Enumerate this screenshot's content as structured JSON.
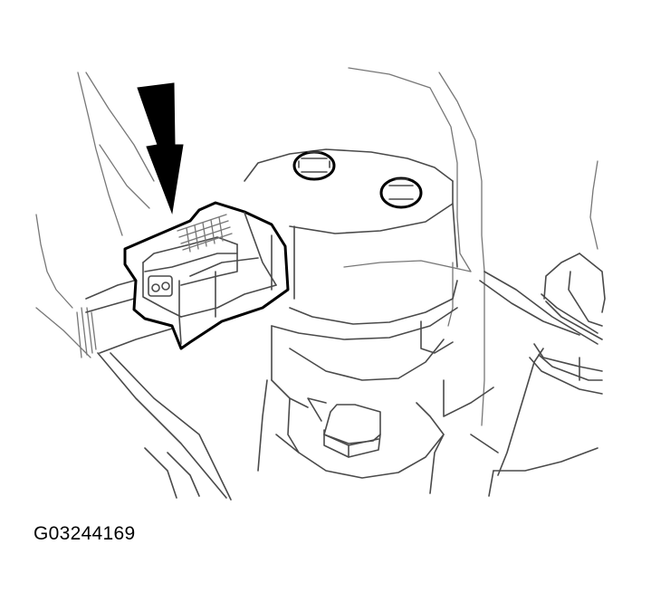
{
  "figure": {
    "caption": "G03244169",
    "description": "Line drawing of sensor with electrical connector; arrow indicates connector",
    "colors": {
      "background": "#ffffff",
      "line": "#4a4a4a",
      "outline": "#000000"
    },
    "components": [
      {
        "name": "indicator-arrow",
        "points_to": "connector"
      },
      {
        "name": "connector",
        "type": "electrical connector"
      },
      {
        "name": "sensor-body",
        "type": "cylindrical housing"
      },
      {
        "name": "mounting-bolt",
        "count": 2
      },
      {
        "name": "lower-hex-bolt",
        "count": 1
      }
    ]
  }
}
